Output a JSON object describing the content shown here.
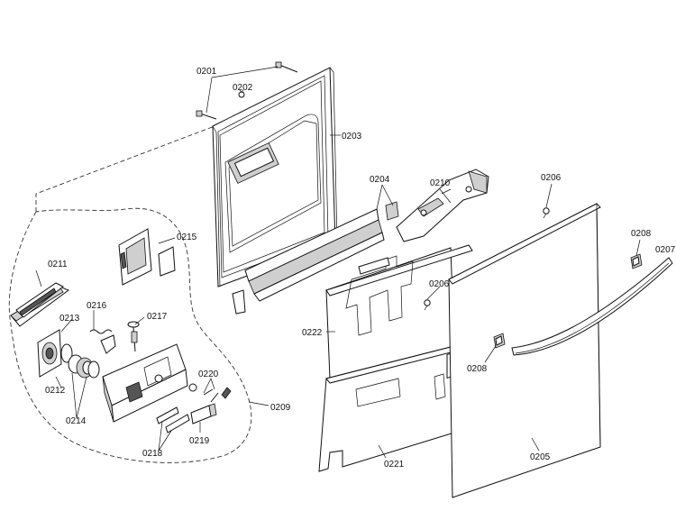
{
  "labels": {
    "p0201": "0201",
    "p0202": "0202",
    "p0203": "0203",
    "p0204": "0204",
    "p0205": "0205",
    "p0206a": "0206",
    "p0206b": "0206",
    "p0207": "0207",
    "p0208a": "0208",
    "p0208b": "0208",
    "p0209": "0209",
    "p0210": "0210",
    "p0211": "0211",
    "p0212": "0212",
    "p0213": "0213",
    "p0214": "0214",
    "p0215": "0215",
    "p0216": "0216",
    "p0217": "0217",
    "p0218": "0218",
    "p0219": "0219",
    "p0220": "0220",
    "p0221": "0221",
    "p0222": "0222"
  }
}
